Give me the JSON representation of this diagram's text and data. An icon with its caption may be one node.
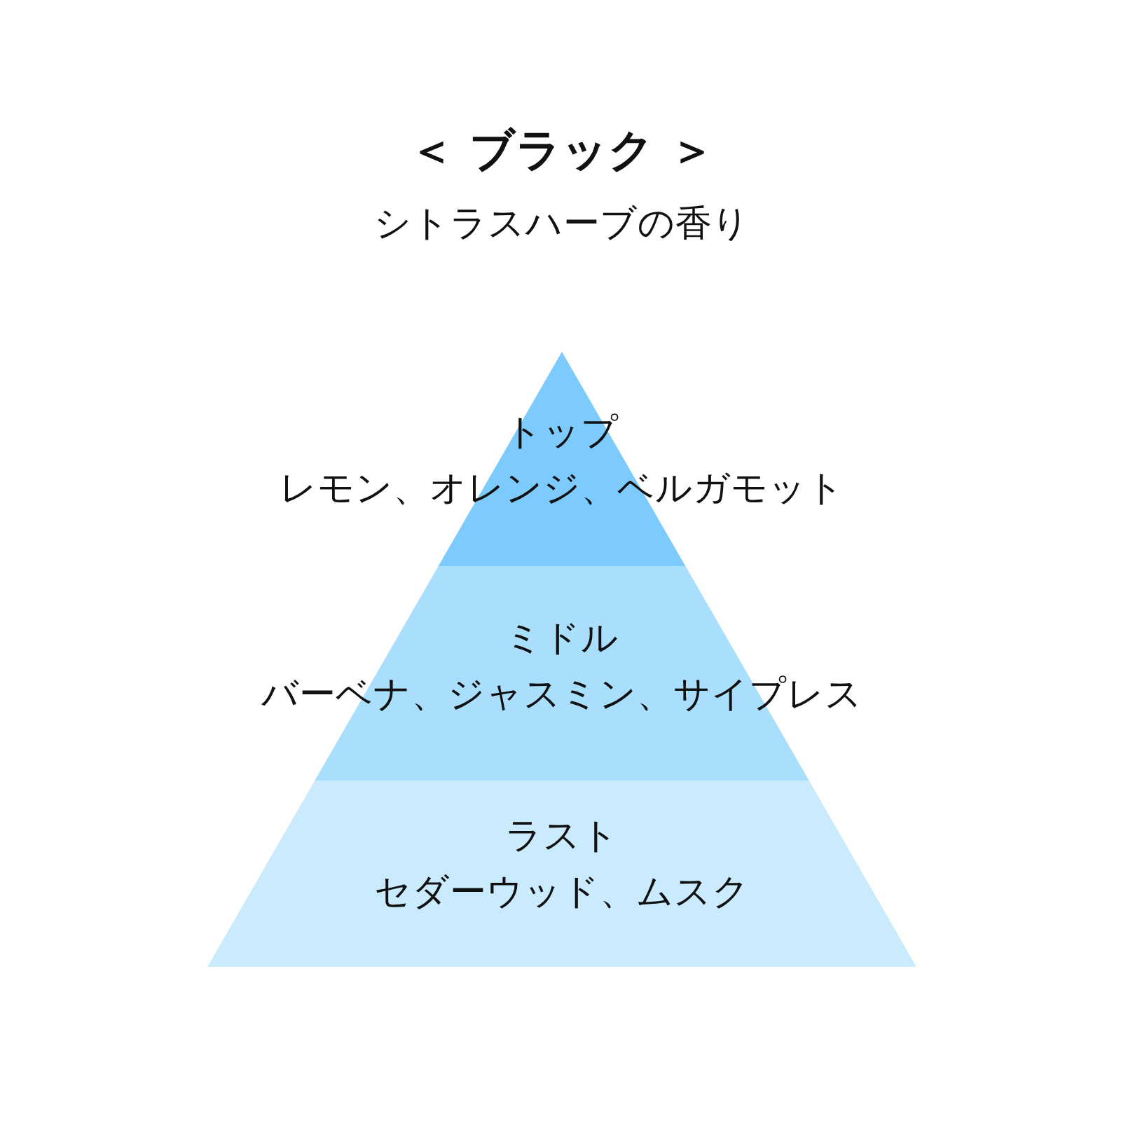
{
  "diagram": {
    "title": "＜ ブラック ＞",
    "nodes": [
      {
        "text": [
          "トップ",
          "レモン、オレンジ、ベルガモット"
        ]
      },
      {
        "text": [
          "ミドル",
          "バーベナ、ジャスミン、サイプレス"
        ]
      },
      {
        "text": [
          "ラスト",
          "セダーウッド、ムスク"
        ]
      }
    ],
    "labels": [
      "シトラスハーブの香り"
    ]
  }
}
